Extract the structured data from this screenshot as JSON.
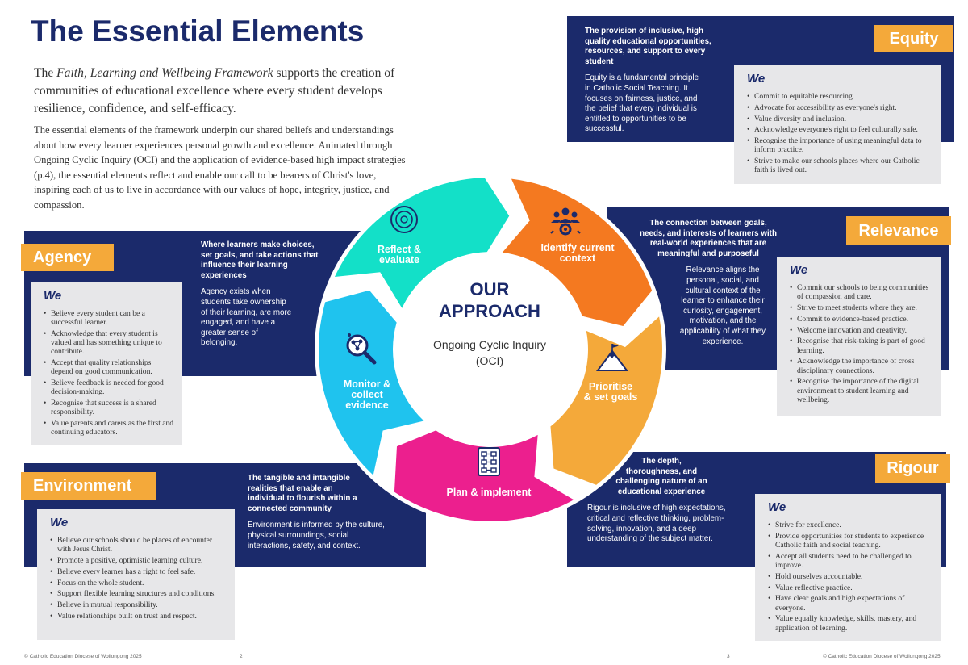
{
  "page": {
    "title": "The Essential Elements",
    "intro_pre": "The ",
    "intro_italic": "Faith, Learning and Wellbeing Framework",
    "intro_post": " supports the creation of communities of educational excellence where every student develops resilience, confidence, and self-efficacy.",
    "body": "The essential elements of the framework underpin our shared beliefs and understandings about how every learner experiences personal growth and excellence. Animated through Ongoing Cyclic Inquiry (OCI) and the application of evidence-based high impact strategies (p.4), the essential elements reflect and enable our call to be bearers of Christ's love, inspiring each of us to live in accordance with our values of hope, integrity, justice, and compassion."
  },
  "approach": {
    "title_line1": "OUR",
    "title_line2": "APPROACH",
    "subtitle_line1": "Ongoing Cyclic Inquiry",
    "subtitle_line2": "(OCI)",
    "segments": [
      {
        "label_line1": "Reflect &",
        "label_line2": "evaluate",
        "color": "#13e0c8",
        "icon": "target-icon"
      },
      {
        "label_line1": "Identify current",
        "label_line2": "context",
        "color": "#f47920",
        "icon": "team-gear-icon"
      },
      {
        "label_line1": "Prioritise",
        "label_line2": "& set goals",
        "color": "#f4a93a",
        "icon": "mountain-flag-icon"
      },
      {
        "label_line1": "Plan & implement",
        "label_line2": "",
        "color": "#ec1f8e",
        "icon": "flowchart-icon"
      },
      {
        "label_line1": "Monitor &",
        "label_line2": "collect",
        "label_line3": "evidence",
        "color": "#1fc3ee",
        "icon": "magnifier-icon"
      }
    ]
  },
  "elements": {
    "agency": {
      "tag": "Agency",
      "we": "We",
      "lead": "Where learners make choices, set goals, and take actions that influence their learning experiences",
      "desc": "Agency exists when students take ownership of their learning, are more engaged, and have a greater sense of belonging.",
      "items": [
        "Believe every student can be a successful learner.",
        "Acknowledge that every student is valued and has something unique to contribute.",
        "Accept that quality relationships depend on good communication.",
        "Believe feedback is needed for good decision-making.",
        "Recognise that success is a shared responsibility.",
        "Value parents and carers as the first and continuing educators."
      ]
    },
    "environment": {
      "tag": "Environment",
      "we": "We",
      "lead": "The tangible and intangible realities that enable an individual to flourish within a connected community",
      "desc": "Environment is informed by the culture, physical surroundings, social interactions, safety, and context.",
      "items": [
        "Believe our schools should be places of encounter with Jesus Christ.",
        "Promote a positive, optimistic learning culture.",
        "Believe every learner has a right to feel safe.",
        "Focus on the whole student.",
        "Support flexible learning structures and conditions.",
        "Believe in mutual responsibility.",
        "Value relationships built on trust and respect."
      ]
    },
    "equity": {
      "tag": "Equity",
      "we": "We",
      "lead": "The provision of inclusive, high quality educational opportunities, resources, and support to every student",
      "desc": "Equity is a fundamental principle in Catholic Social Teaching. It focuses on fairness, justice, and the belief that every individual is entitled to opportunities to be successful.",
      "items": [
        "Commit to equitable resourcing.",
        "Advocate for accessibility as everyone's right.",
        "Value diversity and inclusion.",
        "Acknowledge everyone's right to feel culturally safe.",
        "Recognise the importance of using meaningful data to inform practice.",
        "Strive to make our schools places where our Catholic faith is lived out."
      ]
    },
    "relevance": {
      "tag": "Relevance",
      "we": "We",
      "lead": "The connection between goals, needs, and interests of learners with real-world experiences that are meaningful and purposeful",
      "desc": "Relevance aligns the personal, social, and cultural context of the learner to enhance their curiosity, engagement, motivation, and the applicability of what they experience.",
      "items": [
        "Commit our schools to being communities of compassion and care.",
        "Strive to meet students where they are.",
        "Commit to evidence-based practice.",
        "Welcome innovation and creativity.",
        "Recognise that risk-taking is part of good learning.",
        "Acknowledge the importance of cross disciplinary connections.",
        "Recognise the importance of the digital environment to student learning and wellbeing."
      ]
    },
    "rigour": {
      "tag": "Rigour",
      "we": "We",
      "lead": "The depth, thoroughness, and challenging nature of an educational experience",
      "desc": "Rigour is inclusive of high expectations, critical and reflective thinking, problem-solving, innovation, and a deep understanding of the subject matter.",
      "items": [
        "Strive for excellence.",
        "Provide opportunities for students to experience Catholic faith and social teaching.",
        "Accept all students need to be challenged to improve.",
        "Hold ourselves accountable.",
        "Value reflective practice.",
        "Have clear goals and high expectations of everyone.",
        "Value equally knowledge, skills, mastery, and application of learning."
      ]
    }
  },
  "footer": {
    "left": "© Catholic Education Diocese of Wollongong 2025",
    "page_left": "2",
    "page_right": "3",
    "right": "© Catholic Education Diocese of Wollongong 2025"
  },
  "colors": {
    "navy": "#1b2a6b",
    "orange_tag": "#f4a93a",
    "grey_box": "#e7e7e9"
  }
}
